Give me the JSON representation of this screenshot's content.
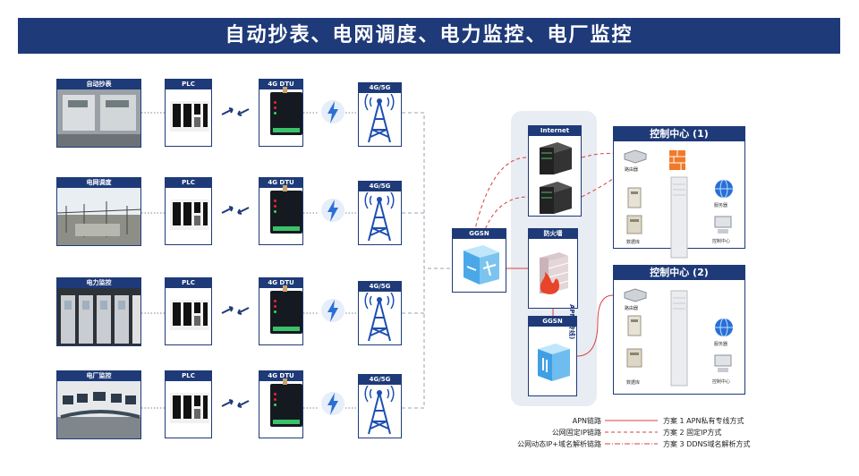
{
  "banner_title": "自动抄表、电网调度、电力监控、电厂监控",
  "rows": [
    {
      "site": "自动抄表",
      "plc": "PLC",
      "dtu": "4G DTU",
      "tower": "4G/5G"
    },
    {
      "site": "电网调度",
      "plc": "PLC",
      "dtu": "4G DTU",
      "tower": "4G/5G"
    },
    {
      "site": "电力监控",
      "plc": "PLC",
      "dtu": "4G DTU",
      "tower": "4G/5G"
    },
    {
      "site": "电厂监控",
      "plc": "PLC",
      "dtu": "4G DTU",
      "tower": "4G/5G"
    }
  ],
  "network": {
    "ggsn_left": "GGSN",
    "internet": "Internet",
    "firewall": "防火墙",
    "ggsn_right": "GGSN",
    "apn_vertical": "APN (专线)"
  },
  "control_centers": [
    {
      "title": "控制中心 (1)",
      "labels": {
        "router": "路由器",
        "server": "服务器",
        "database": "数据库",
        "control": "控制中心"
      }
    },
    {
      "title": "控制中心 (2)",
      "labels": {
        "router": "路由器",
        "server": "服务器",
        "database": "数据库",
        "control": "控制中心"
      }
    }
  ],
  "legend": [
    {
      "name": "APN链路",
      "style": "solid",
      "desc": "方案 1 APN私有专线方式"
    },
    {
      "name": "公网固定IP链路",
      "style": "dashed",
      "desc": "方案 2 固定IP方式"
    },
    {
      "name": "公网动态IP+域名解析链路",
      "style": "dashdot",
      "desc": "方案 3 DDNS域名解析方式"
    }
  ],
  "colors": {
    "navy": "#1e3a78",
    "red_link": "#d94040",
    "gray_link": "#9aa3b0",
    "lightning": "#2a6fd6",
    "cloud": "#e8ecf3"
  }
}
